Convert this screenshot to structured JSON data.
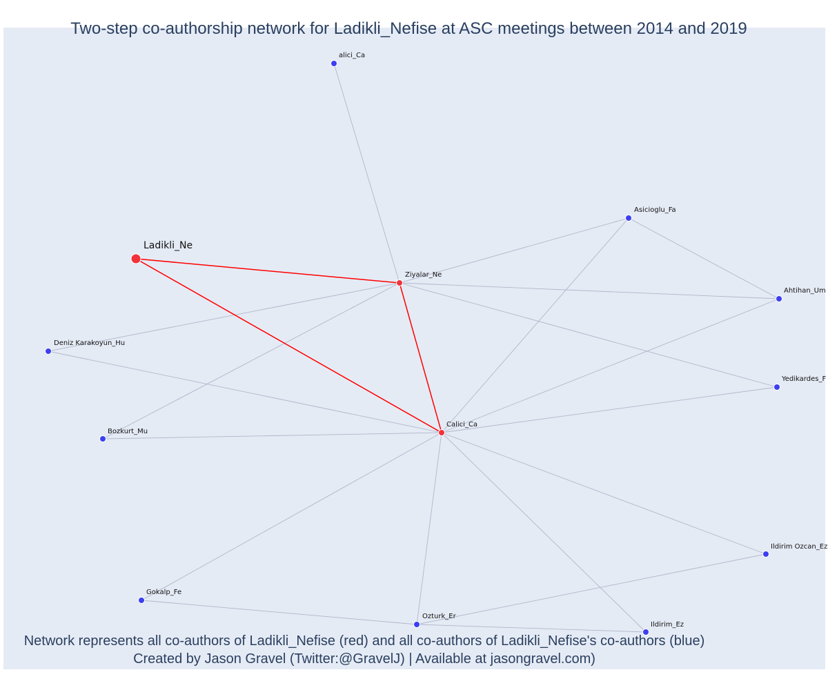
{
  "title": "Two-step co-authorship network for Ladikli_Nefise at ASC meetings between 2014 and 2019",
  "caption": {
    "line1": "Network represents all co-authors of Ladikli_Nefise (red) and all co-authors of Ladikli_Nefise's co-authors (blue)",
    "line2": "Created by Jason Gravel (Twitter:@GravelJ) | Available at jasongravel.com)"
  },
  "colors": {
    "background": "#e5ebf5",
    "focal_node": "#f0333a",
    "coauthor_node": "#3c3ff0",
    "focal_edge": "#ff0000",
    "other_edge": "#b0b6c8",
    "text": "#2a3f5f"
  },
  "nodes": [
    {
      "id": "ladikli",
      "label": "Ladikli_Ne",
      "group": "focal"
    },
    {
      "id": "ziyalar",
      "label": "Ziyalar_Ne",
      "group": "coauthor"
    },
    {
      "id": "calici",
      "label": "Calici_Ca",
      "group": "coauthor"
    },
    {
      "id": "alici",
      "label": "alici_Ca",
      "group": "second"
    },
    {
      "id": "asicioglu",
      "label": "Asicioglu_Fa",
      "group": "second"
    },
    {
      "id": "ahtihan",
      "label": "Ahtihan_Um",
      "group": "second"
    },
    {
      "id": "yedikardes",
      "label": "Yedikardes_F",
      "group": "second"
    },
    {
      "id": "deniz",
      "label": "Deniz Karakoyun_Hu",
      "group": "second"
    },
    {
      "id": "bozkurt",
      "label": "Bozkurt_Mu",
      "group": "second"
    },
    {
      "id": "ildirimozcan",
      "label": "Ildirim Ozcan_Ez",
      "group": "second"
    },
    {
      "id": "gokalp",
      "label": "Gokalp_Fe",
      "group": "second"
    },
    {
      "id": "ozturk",
      "label": "Ozturk_Er",
      "group": "second"
    },
    {
      "id": "ildirim",
      "label": "Ildirim_Ez",
      "group": "second"
    }
  ],
  "edges": [
    {
      "source": "ladikli",
      "target": "ziyalar",
      "type": "focal"
    },
    {
      "source": "ladikli",
      "target": "calici",
      "type": "focal"
    },
    {
      "source": "ziyalar",
      "target": "calici",
      "type": "focal"
    },
    {
      "source": "alici",
      "target": "ziyalar",
      "type": "other"
    },
    {
      "source": "asicioglu",
      "target": "ziyalar",
      "type": "other"
    },
    {
      "source": "asicioglu",
      "target": "ahtihan",
      "type": "other"
    },
    {
      "source": "asicioglu",
      "target": "calici",
      "type": "other"
    },
    {
      "source": "ahtihan",
      "target": "ziyalar",
      "type": "other"
    },
    {
      "source": "ahtihan",
      "target": "calici",
      "type": "other"
    },
    {
      "source": "ziyalar",
      "target": "yedikardes",
      "type": "other"
    },
    {
      "source": "ziyalar",
      "target": "deniz",
      "type": "other"
    },
    {
      "source": "ziyalar",
      "target": "bozkurt",
      "type": "other"
    },
    {
      "source": "deniz",
      "target": "calici",
      "type": "other"
    },
    {
      "source": "bozkurt",
      "target": "calici",
      "type": "other"
    },
    {
      "source": "yedikardes",
      "target": "calici",
      "type": "other"
    },
    {
      "source": "calici",
      "target": "ildirimozcan",
      "type": "other"
    },
    {
      "source": "calici",
      "target": "gokalp",
      "type": "other"
    },
    {
      "source": "calici",
      "target": "ozturk",
      "type": "other"
    },
    {
      "source": "calici",
      "target": "ildirim",
      "type": "other"
    },
    {
      "source": "gokalp",
      "target": "ozturk",
      "type": "other"
    },
    {
      "source": "ozturk",
      "target": "ildirimozcan",
      "type": "other"
    },
    {
      "source": "ozturk",
      "target": "ildirim",
      "type": "other"
    }
  ]
}
